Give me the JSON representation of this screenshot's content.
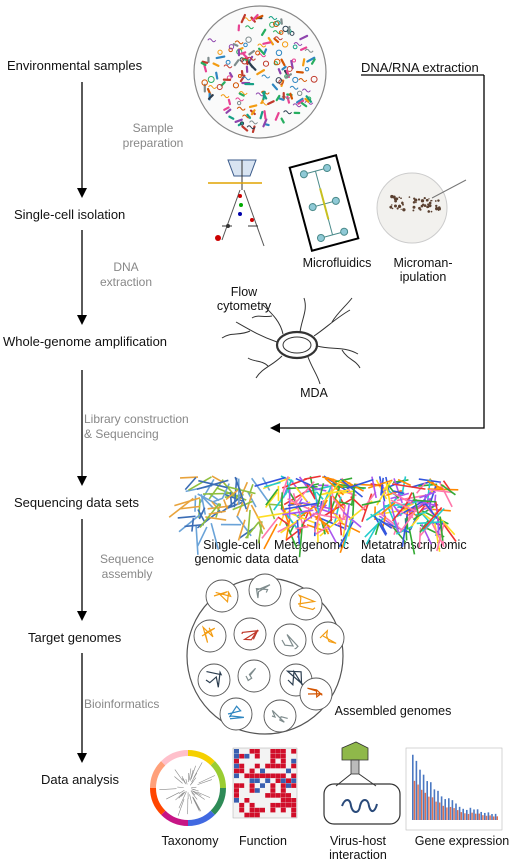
{
  "stages": [
    {
      "id": "env",
      "label": "Environmental samples"
    },
    {
      "id": "sci",
      "label": "Single-cell isolation"
    },
    {
      "id": "wga",
      "label": "Whole-genome amplification"
    },
    {
      "id": "seq",
      "label": "Sequencing data sets"
    },
    {
      "id": "tg",
      "label": "Target genomes"
    },
    {
      "id": "da",
      "label": "Data analysis"
    }
  ],
  "steps": [
    {
      "line1": "Sample",
      "line2": "preparation"
    },
    {
      "line1": "DNA",
      "line2": "extraction"
    },
    {
      "line1": "Library construction",
      "line2": "& Sequencing"
    },
    {
      "line1": "Sequence",
      "line2": "assembly"
    },
    {
      "line1": "Bioinformatics",
      "line2": ""
    }
  ],
  "side_label": "DNA/RNA extraction",
  "isolation_methods": [
    {
      "line1": "Flow",
      "line2": "cytometry"
    },
    {
      "line1": "Microfluidics",
      "line2": ""
    },
    {
      "line1": "Microman-",
      "line2": "ipulation"
    }
  ],
  "amplification_label": "MDA",
  "datasets": [
    {
      "line1": "Single-cell",
      "line2": "genomic data"
    },
    {
      "line1": "Metagenomic",
      "line2": "data"
    },
    {
      "line1": "Metatranscriptomic",
      "line2": "data"
    }
  ],
  "assembled_label": "Assembled genomes",
  "analyses": [
    {
      "line1": "Taxonomy",
      "line2": ""
    },
    {
      "line1": "Function",
      "line2": ""
    },
    {
      "line1": "Virus-host",
      "line2": "interaction"
    },
    {
      "line1": "Gene expression",
      "line2": ""
    }
  ],
  "colors": {
    "arrow": "#000000",
    "step_text": "#888888",
    "cell_border": "#555555"
  }
}
